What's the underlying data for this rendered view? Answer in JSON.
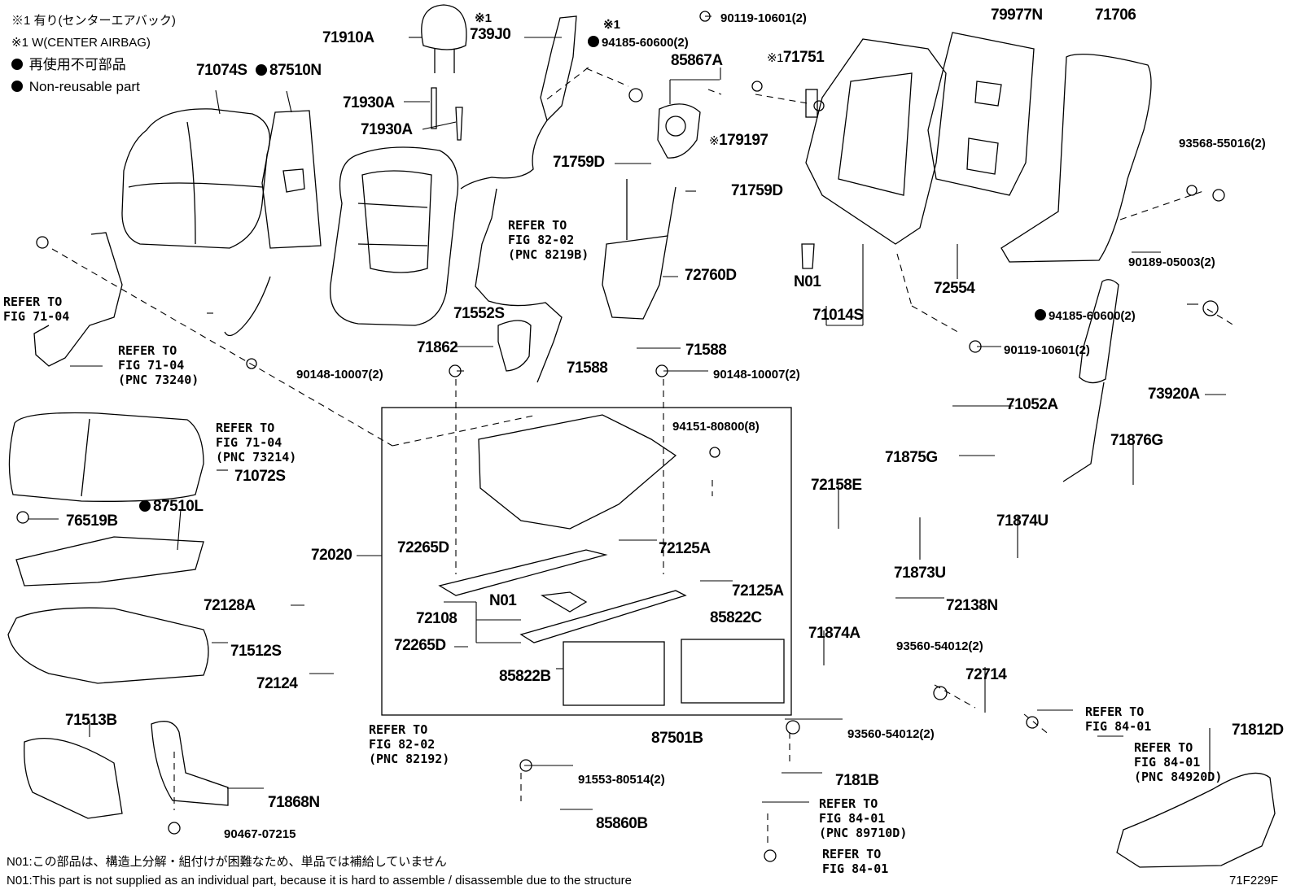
{
  "legend": {
    "line1": "※1 有り(センターエアバック)",
    "line2": "※1 W(CENTER AIRBAG)",
    "line3": "再使用不可部品",
    "line4": "Non-reusable part"
  },
  "parts": {
    "p71074S": "71074S",
    "p87510N": "87510N",
    "p71910A": "71910A",
    "p739J0": "739J0",
    "p71930A_1": "71930A",
    "p71930A_2": "71930A",
    "p94185_1": "94185-60600(2)",
    "p85867A": "85867A",
    "p90119_1": "90119-10601(2)",
    "p79977N": "79977N",
    "p71706": "71706",
    "p71751": "71751",
    "p179197": "179197",
    "p71759D_1": "71759D",
    "p71759D_2": "71759D",
    "p93568": "93568-55016(2)",
    "p72760D": "72760D",
    "pN01_1": "N01",
    "p71014S": "71014S",
    "p72554": "72554",
    "p90189": "90189-05003(2)",
    "p71552S": "71552S",
    "p71862": "71862",
    "p71588_1": "71588",
    "p71588_2": "71588",
    "p94185_2": "94185-60600(2)",
    "p90119_2": "90119-10601(2)",
    "p90148_1": "90148-10007(2)",
    "p90148_2": "90148-10007(2)",
    "p73920A": "73920A",
    "p71052A": "71052A",
    "p94151": "94151-80800(8)",
    "p71072S": "71072S",
    "p71875G": "71875G",
    "p71876G": "71876G",
    "p72158E": "72158E",
    "p87510L": "87510L",
    "p76519B": "76519B",
    "p72265D_1": "72265D",
    "p72125A_1": "72125A",
    "p72020": "72020",
    "p71874U": "71874U",
    "p71873U": "71873U",
    "p72125A_2": "72125A",
    "pN01_2": "N01",
    "p72108": "72108",
    "p72138N": "72138N",
    "p72128A": "72128A",
    "p85822C": "85822C",
    "p71512S": "71512S",
    "p71874A": "71874A",
    "p93560_1": "93560-54012(2)",
    "p72265D_2": "72265D",
    "p72124": "72124",
    "p85822B": "85822B",
    "p72714": "72714",
    "p71513B": "71513B",
    "p87501B": "87501B",
    "p93560_2": "93560-54012(2)",
    "p71812D": "71812D",
    "p91553": "91553-80514(2)",
    "p7181B": "7181B",
    "p71868N": "71868N",
    "p85860B": "85860B",
    "p90467": "90467-07215"
  },
  "refs": {
    "r1": "REFER TO\nFIG 71-04",
    "r2": "REFER TO\nFIG 71-04\n(PNC 73240)",
    "r3": "REFER TO\nFIG 71-04\n(PNC 73214)",
    "r4": "REFER TO\nFIG 82-02\n(PNC 8219B)",
    "r5": "REFER TO\nFIG 82-02\n(PNC 82192)",
    "r6": "REFER TO\nFIG 84-01",
    "r7": "REFER TO\nFIG 84-01\n(PNC 84920D)",
    "r8": "REFER TO\nFIG 84-01\n(PNC 89710D)",
    "r9": "REFER TO\nFIG 84-01"
  },
  "marks": {
    "m739J0": "※1",
    "m94185": "※1",
    "m71751": "※1",
    "m179197": "※"
  },
  "notes": {
    "jp": "N01:この部品は、構造上分解・組付けが困難なため、単品では補給していません",
    "en": "N01:This part is not supplied as an individual part, because it is hard to assemble / disassemble due to the structure",
    "code": "71F229F"
  }
}
